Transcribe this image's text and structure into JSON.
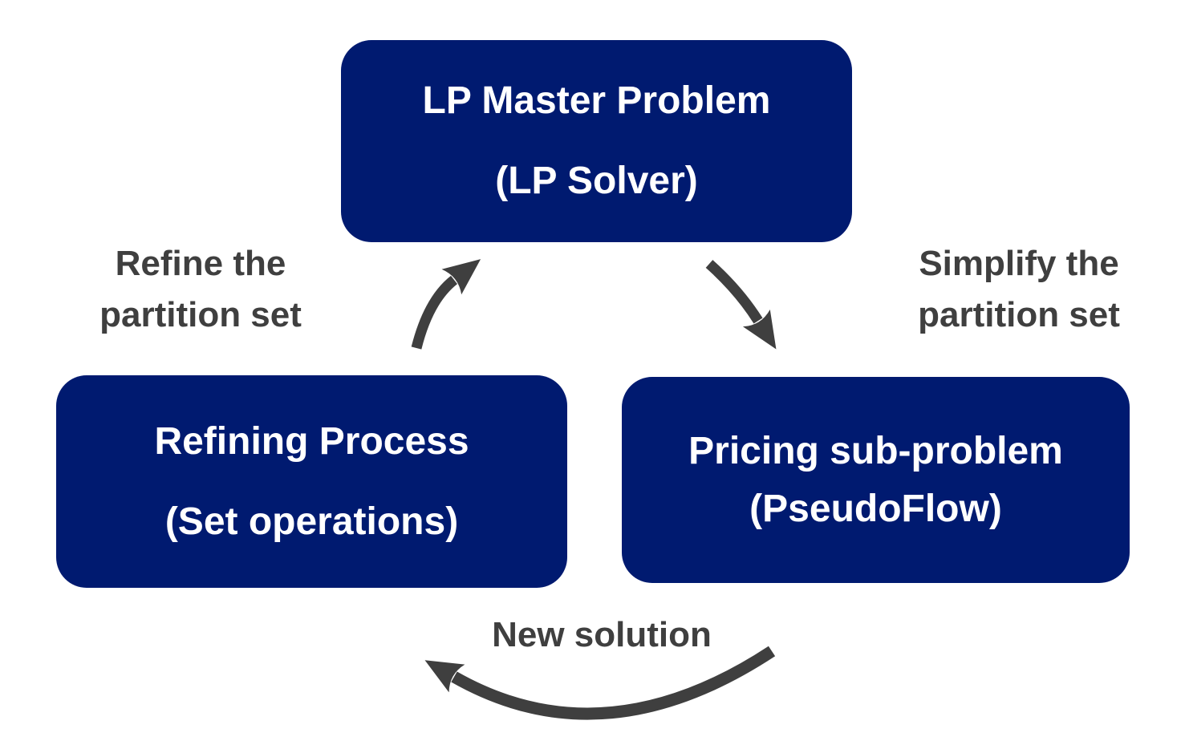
{
  "colors": {
    "background": "#ffffff",
    "node_fill": "#001a70",
    "node_text": "#ffffff",
    "arrow": "#3f3f3f",
    "edge_label_text": "#3f3f3f"
  },
  "nodes": {
    "master": {
      "line1": "LP Master Problem",
      "line2": "(LP Solver)"
    },
    "refining": {
      "line1": "Refining Process",
      "line2": "(Set operations)"
    },
    "pricing": {
      "line1": "Pricing sub-problem",
      "line2": "(PseudoFlow)"
    }
  },
  "edge_labels": {
    "refine": {
      "line1": "Refine the",
      "line2": "partition set"
    },
    "simplify": {
      "line1": "Simplify the",
      "line2": "partition set"
    },
    "new_solution": {
      "text": "New solution"
    }
  }
}
